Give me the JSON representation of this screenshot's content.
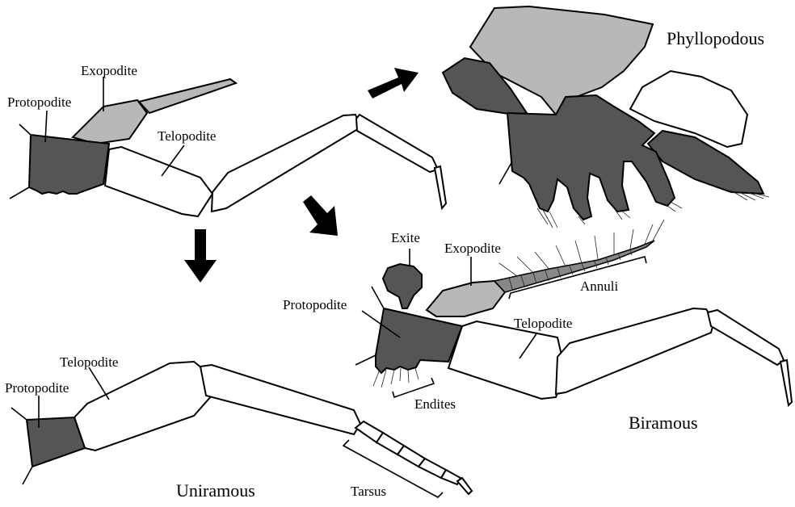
{
  "labels": {
    "top_exopodite": "Exopodite",
    "top_protopodite": "Protopodite",
    "top_telopodite": "Telopodite",
    "phyllopodous": "Phyllopodous",
    "exite": "Exite",
    "bi_exopodite": "Exopodite",
    "annuli": "Annuli",
    "bi_protopodite": "Protopodite",
    "bi_telopodite": "Telopodite",
    "endites": "Endites",
    "biramous": "Biramous",
    "uni_telopodite": "Telopodite",
    "uni_protopodite": "Protopodite",
    "uniramous": "Uniramous",
    "tarsus": "Tarsus"
  },
  "colors": {
    "protopodite": "#555555",
    "exopodite": "#b8b8b8",
    "telopodite": "#ffffff",
    "arrow": "#000000"
  }
}
